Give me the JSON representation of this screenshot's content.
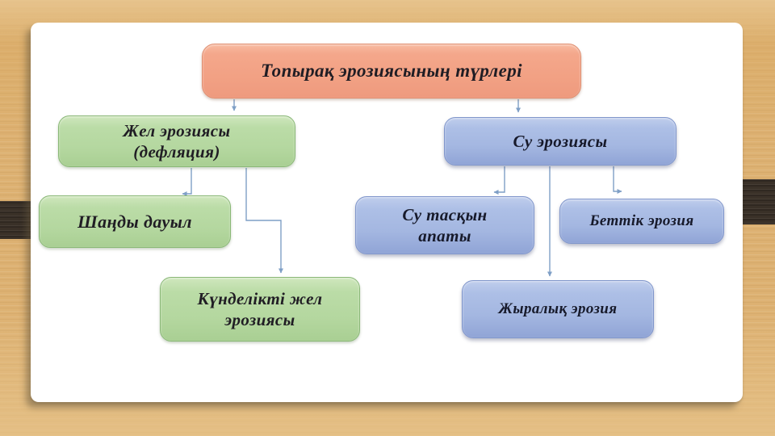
{
  "slide": {
    "background_color": "#ddb172",
    "stripe_color": "#3a3128",
    "card_color": "#ffffff"
  },
  "diagram": {
    "connector_color": "#7f9fc6",
    "root": {
      "label": "Топырақ эрозиясының түрлері",
      "fill": "#f2a184",
      "border": "#e08e70",
      "text_color": "#201d24"
    },
    "branches": [
      {
        "label": "Жел эрозиясы (дефляция)",
        "fill": "#b4d79f",
        "border": "#8ab877",
        "children": [
          {
            "label": "Шаңды дауыл"
          },
          {
            "label": "Күнделікті жел эрозиясы"
          }
        ]
      },
      {
        "label": "Су эрозиясы",
        "fill": "#a4b7e1",
        "border": "#8096cb",
        "children": [
          {
            "label": "Су тасқын апаты"
          },
          {
            "label": "Беттік эрозия"
          },
          {
            "label": "Жыралық эрозия"
          }
        ]
      }
    ]
  }
}
